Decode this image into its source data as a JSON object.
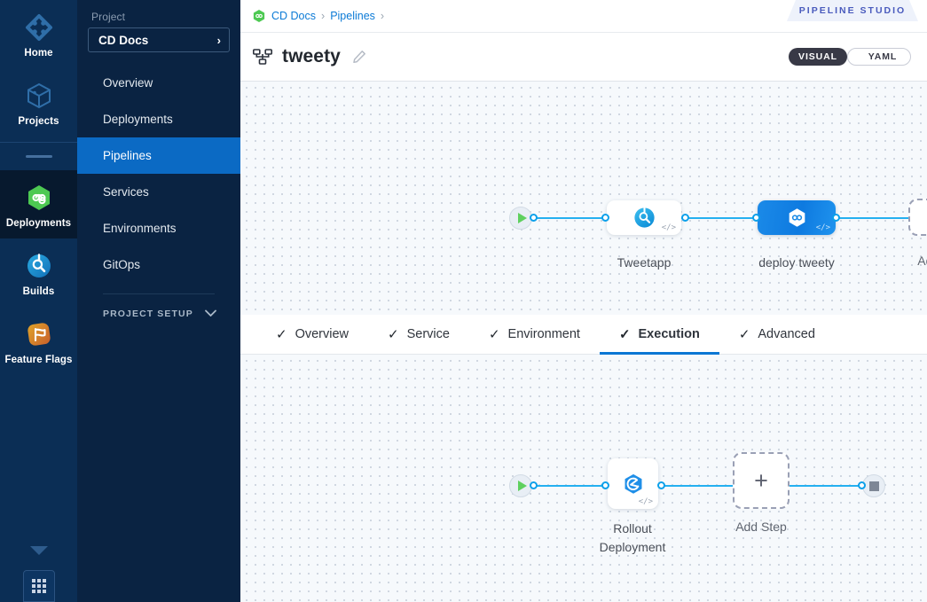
{
  "rail": {
    "items": [
      {
        "label": "Home",
        "icon": "home-diamond-icon",
        "active": false
      },
      {
        "label": "Projects",
        "icon": "cube-icon",
        "active": false
      },
      {
        "label": "Deployments",
        "icon": "deployments-hexagon-icon",
        "active": true
      },
      {
        "label": "Builds",
        "icon": "builds-circle-icon",
        "active": false
      },
      {
        "label": "Feature Flags",
        "icon": "feature-flags-icon",
        "active": false
      }
    ],
    "collapse_icon": "chevron-down-icon",
    "apps_icon": "grid-apps-icon"
  },
  "sidebar": {
    "caption": "Project",
    "project_name": "CD Docs",
    "project_chevron": "›",
    "items": [
      {
        "label": "Overview",
        "active": false
      },
      {
        "label": "Deployments",
        "active": false
      },
      {
        "label": "Pipelines",
        "active": true
      },
      {
        "label": "Services",
        "active": false
      },
      {
        "label": "Environments",
        "active": false
      },
      {
        "label": "GitOps",
        "active": false
      }
    ],
    "setup_label": "PROJECT SETUP",
    "setup_chevron": "chevron-down-icon"
  },
  "breadcrumbs": {
    "logo_icon": "harness-green-hexagon-icon",
    "items": [
      "CD Docs",
      "Pipelines"
    ],
    "separator": "›"
  },
  "ribbon": {
    "label": "PIPELINE STUDIO",
    "color": "#4a5bbd",
    "background": "#eef2fb"
  },
  "header": {
    "pipeline_icon": "pipeline-hierarchy-icon",
    "title": "tweety",
    "edit_icon": "pencil-edit-icon",
    "view_toggle": {
      "options": [
        {
          "label": "VISUAL",
          "selected": true
        },
        {
          "label": "YAML",
          "selected": false
        }
      ],
      "active_background": "#383946"
    }
  },
  "stage_canvas": {
    "start_node": {
      "icon": "play-icon",
      "color": "#5ed05e"
    },
    "end_node": {
      "icon": "stop-square-icon",
      "color": "#7e8796"
    },
    "nodes": [
      {
        "name": "Tweetapp",
        "style": "white",
        "icon": "build-circle-icon",
        "code_badge": "</>"
      },
      {
        "name": "deploy tweety",
        "style": "blue",
        "icon": "harness-hexagon-white-icon",
        "code_badge": "</>"
      }
    ],
    "add_node": {
      "label": "Add Stage",
      "icon": "plus-icon"
    },
    "link_color": "#25b0f0"
  },
  "tabs": [
    {
      "label": "Overview",
      "check": "✓",
      "active": false
    },
    {
      "label": "Service",
      "check": "✓",
      "active": false
    },
    {
      "label": "Environment",
      "check": "✓",
      "active": false
    },
    {
      "label": "Execution",
      "check": "✓",
      "active": true
    },
    {
      "label": "Advanced",
      "check": "✓",
      "active": false
    }
  ],
  "step_canvas": {
    "start_node": {
      "icon": "play-icon",
      "color": "#5ed05e"
    },
    "end_node": {
      "icon": "stop-square-icon",
      "color": "#7e8796"
    },
    "nodes": [
      {
        "name": "Rollout Deployment",
        "style": "white",
        "icon": "rollout-deployment-icon",
        "code_badge": "</>"
      }
    ],
    "add_node": {
      "label": "Add Step",
      "icon": "plus-icon"
    },
    "link_color": "#25b0f0"
  }
}
